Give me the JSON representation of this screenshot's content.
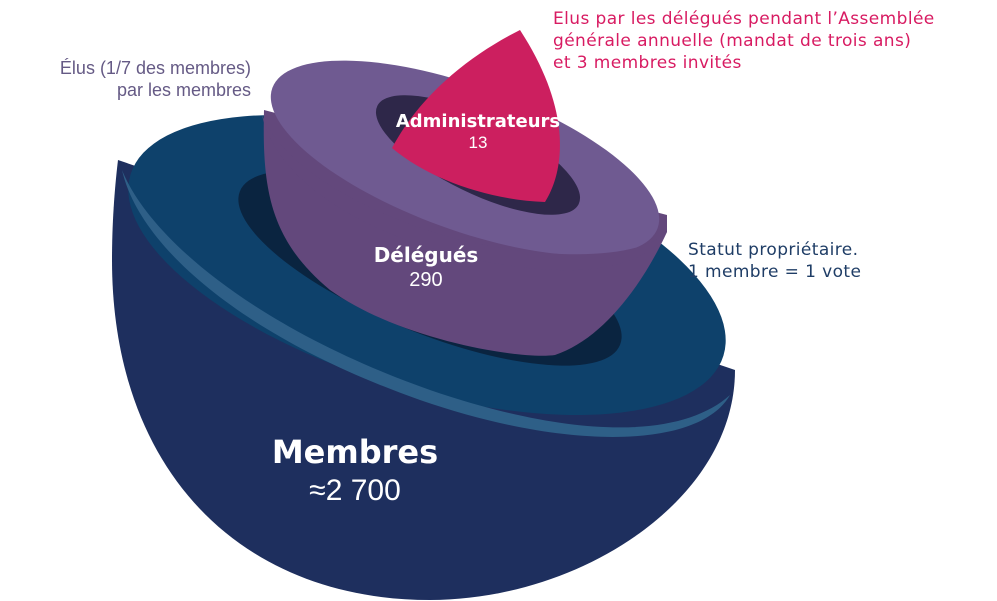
{
  "colors": {
    "members_outer": "#1e2f5e",
    "members_rim": "#0e416b",
    "members_rim_light": "#2e5f87",
    "members_hole": "#0a2440",
    "delegates_side": "#63487c",
    "delegates_top": "#6f5a91",
    "delegates_hole": "#2e2749",
    "admins": "#cc1f5f",
    "note_admin": "#d81b62",
    "note_delegues": "#655a85",
    "note_members": "#1f3d66"
  },
  "layers": {
    "admins": {
      "title": "Administrateurs",
      "count": "13"
    },
    "delegates": {
      "title": "Délégués",
      "count": "290"
    },
    "members": {
      "title": "Membres",
      "count": "≈2 700"
    }
  },
  "notes": {
    "admins": [
      "Elus par les délégués pendant l’Assemblée",
      "générale annuelle (mandat de trois ans)",
      "et 3 membres invités"
    ],
    "delegates": [
      "Élus (1/7 des membres)",
      "par les membres"
    ],
    "members": [
      "Statut propriétaire.",
      "1 membre = 1 vote"
    ]
  }
}
